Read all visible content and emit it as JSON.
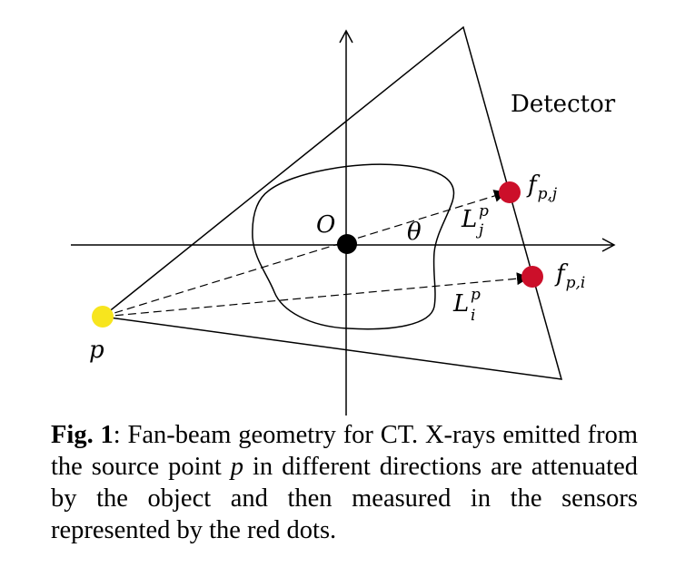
{
  "figure": {
    "labels": {
      "detector": "Detector",
      "origin": "O",
      "angle": "θ",
      "source": "p",
      "sensor_j_main": "f",
      "sensor_j_sub": "p,j",
      "sensor_i_main": "f",
      "sensor_i_sub": "p,i",
      "ray_j_main": "L",
      "ray_j_sup": "p",
      "ray_j_sub": "j",
      "ray_i_main": "L",
      "ray_i_sup": "p",
      "ray_i_sub": "i"
    },
    "colors": {
      "source": "#f7e51e",
      "sensor": "#cc0f2a",
      "origin": "#000000",
      "stroke": "#000000"
    }
  },
  "caption": {
    "label": "Fig. 1",
    "text_before_var": ": Fan-beam geometry for CT. X-rays emitted from the source point ",
    "var": "p",
    "text_after_var": " in different directions are attenuated by the object and then measured in the sensors represented by the red dots."
  }
}
